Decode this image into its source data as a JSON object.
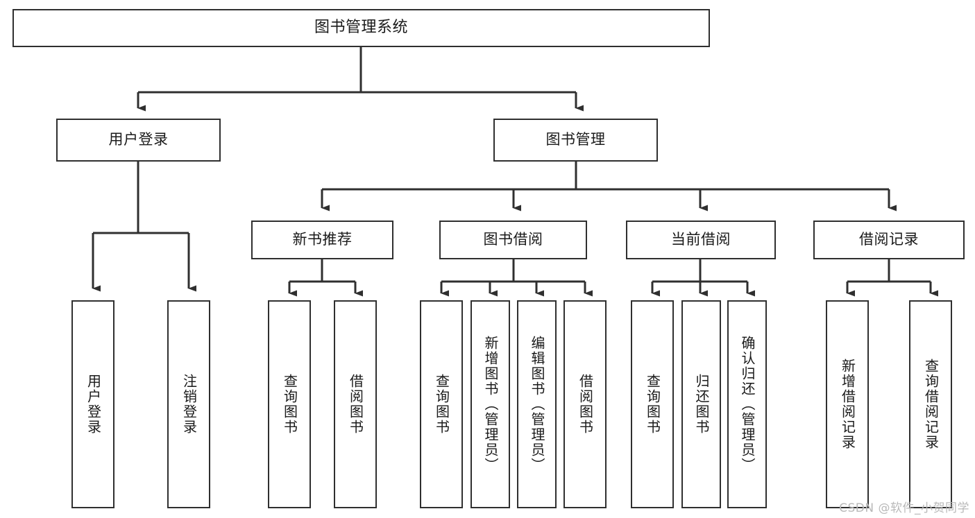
{
  "diagram": {
    "title": "图书管理系统",
    "watermark": "CSDN @软件_小贺同学",
    "stroke_color": "#2f2f2f",
    "text_color": "#1a1a1a",
    "background": "#ffffff"
  },
  "nodes": {
    "root": {
      "label": "图书管理系统"
    },
    "level2": [
      {
        "id": "user-login",
        "label": "用户登录"
      },
      {
        "id": "book-manage",
        "label": "图书管理"
      }
    ],
    "level3": [
      {
        "id": "new-book-recommend",
        "label": "新书推荐"
      },
      {
        "id": "book-borrow",
        "label": "图书借阅"
      },
      {
        "id": "current-borrow",
        "label": "当前借阅"
      },
      {
        "id": "borrow-record",
        "label": "借阅记录"
      }
    ],
    "leaves": {
      "user_login": [
        {
          "id": "leaf-user-login",
          "label": "用户登录"
        },
        {
          "id": "leaf-logout-login",
          "label": "注销登录"
        }
      ],
      "new_book_recommend": [
        {
          "id": "leaf-query-book-1",
          "label": "查询图书"
        },
        {
          "id": "leaf-borrow-book-1",
          "label": "借阅图书"
        }
      ],
      "book_borrow": [
        {
          "id": "leaf-query-book-2",
          "label": "查询图书"
        },
        {
          "id": "leaf-add-book-admin",
          "label": "新增图书（管理员）"
        },
        {
          "id": "leaf-edit-book-admin",
          "label": "编辑图书（管理员）"
        },
        {
          "id": "leaf-borrow-book-2",
          "label": "借阅图书"
        }
      ],
      "current_borrow": [
        {
          "id": "leaf-query-book-3",
          "label": "查询图书"
        },
        {
          "id": "leaf-return-book",
          "label": "归还图书"
        },
        {
          "id": "leaf-confirm-return-admin",
          "label": "确认归还（管理员）"
        }
      ],
      "borrow_record": [
        {
          "id": "leaf-add-borrow-record",
          "label": "新增借阅记录"
        },
        {
          "id": "leaf-query-borrow-record",
          "label": "查询借阅记录"
        }
      ]
    }
  }
}
